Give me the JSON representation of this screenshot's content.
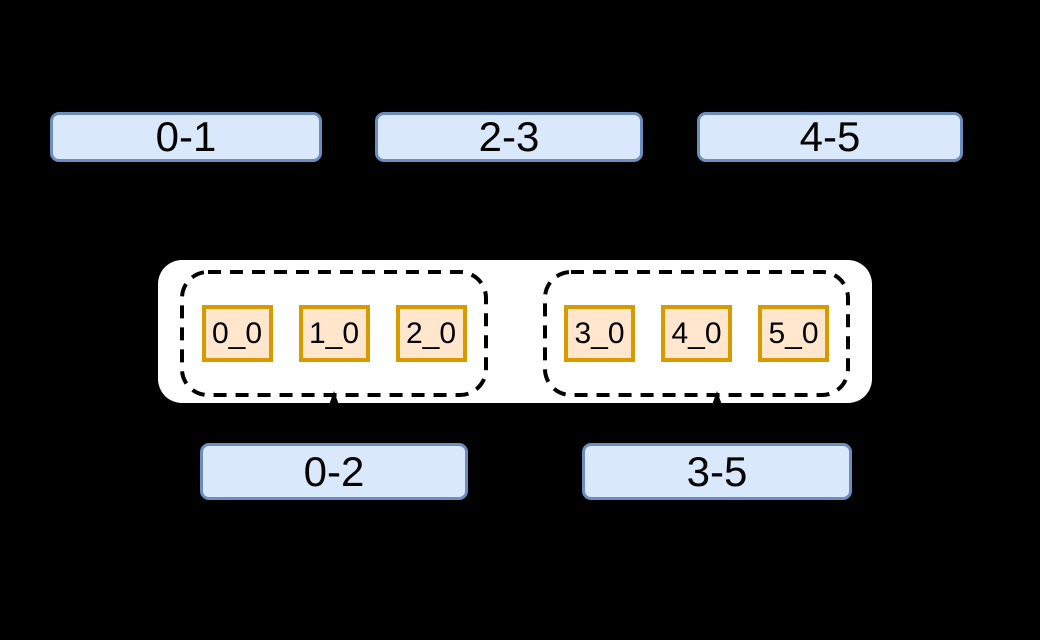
{
  "diagram": {
    "top_row": [
      {
        "label": "0-1"
      },
      {
        "label": "2-3"
      },
      {
        "label": "4-5"
      }
    ],
    "pool": {
      "groups": [
        {
          "cells": [
            {
              "label": "0_0"
            },
            {
              "label": "1_0"
            },
            {
              "label": "2_0"
            }
          ]
        },
        {
          "cells": [
            {
              "label": "3_0"
            },
            {
              "label": "4_0"
            },
            {
              "label": "5_0"
            }
          ]
        }
      ]
    },
    "bottom_row": [
      {
        "label": "0-2"
      },
      {
        "label": "3-5"
      }
    ],
    "connectors": [
      {
        "icon": "arrow-up-icon",
        "from": "0-2",
        "to": "left-group"
      },
      {
        "icon": "arrow-up-icon",
        "from": "3-5",
        "to": "right-group"
      }
    ],
    "colors": {
      "background": "#000000",
      "node_fill": "#dae8fc",
      "node_border": "#6c8ebf",
      "cell_fill": "#ffe6cc",
      "cell_border": "#d79b00",
      "pool_fill": "#ffffff",
      "group_border": "#000000",
      "text": "#000000"
    }
  }
}
